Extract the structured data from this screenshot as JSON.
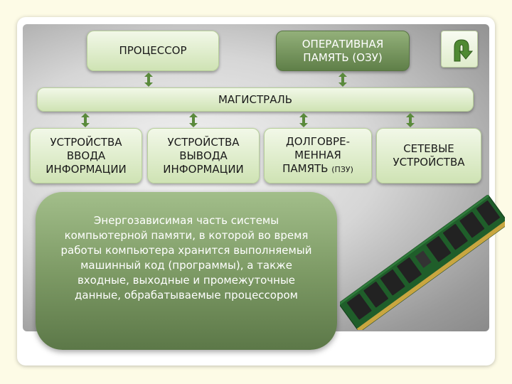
{
  "diagram": {
    "processor": "ПРОЦЕССОР",
    "ram": [
      "ОПЕРАТИВНАЯ",
      "ПАМЯТЬ (ОЗУ)"
    ],
    "bus": "МАГИСТРАЛЬ",
    "input_devices": [
      "УСТРОЙСТВА",
      "ВВОДА",
      "ИНФОРМАЦИИ"
    ],
    "output_devices": [
      "УСТРОЙСТВА",
      "ВЫВОДА",
      "ИНФОРМАЦИИ"
    ],
    "longterm": [
      "ДОЛГОВРЕ-",
      "МЕННАЯ",
      "ПАМЯТЬ",
      "(ПЗУ)"
    ],
    "network": [
      "СЕТЕВЫЕ",
      "УСТРОЙСТВА"
    ]
  },
  "description": "Энергозависимая часть системы компьютерной памяти, в которой во время работы компьютера хранится выполняемый машинный код (программы), а также входные, выходные и промежуточные данные, обрабатываемые процессором",
  "icons": {
    "back": "return-arrow-icon",
    "memory": "ram-module-icon",
    "connector": "double-arrow-icon"
  },
  "colors": {
    "box_light": "#d9eac4",
    "box_dark": "#6e8e56",
    "panel": "#d6d6d6",
    "arrow": "#5a8a3c"
  }
}
